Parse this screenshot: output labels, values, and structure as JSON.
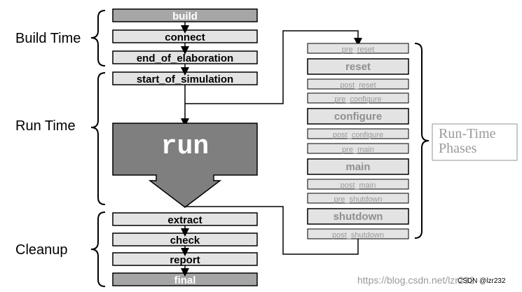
{
  "groups": {
    "build_time": "Build Time",
    "run_time": "Run Time",
    "cleanup": "Cleanup"
  },
  "phases": {
    "build": "build",
    "connect": "connect",
    "end_of_elaboration": "end_of_elaboration",
    "start_of_simulation": "start_of_simulation",
    "run": "run",
    "extract": "extract",
    "check": "check",
    "report": "report",
    "final": "final"
  },
  "runtime_phases": [
    "pre_reset",
    "reset",
    "post_reset",
    "pre_configure",
    "configure",
    "post_configure",
    "pre_main",
    "main",
    "post_main",
    "pre_shutdown",
    "shutdown",
    "post_shutdown"
  ],
  "runtime_label": {
    "line1": "Run-Time",
    "line2": "Phases"
  },
  "watermark": "https://blog.csdn.net/lzr232",
  "csdn_badge": "CSDN @lzr232",
  "colors": {
    "dark_box": "#a6a6a6",
    "light_box": "#e3e3e3",
    "run_box": "#7f7f7f",
    "run_text": "#ffffff",
    "small_text": "#9a9a9a",
    "major_runtime_text": "#8f8f8f"
  }
}
